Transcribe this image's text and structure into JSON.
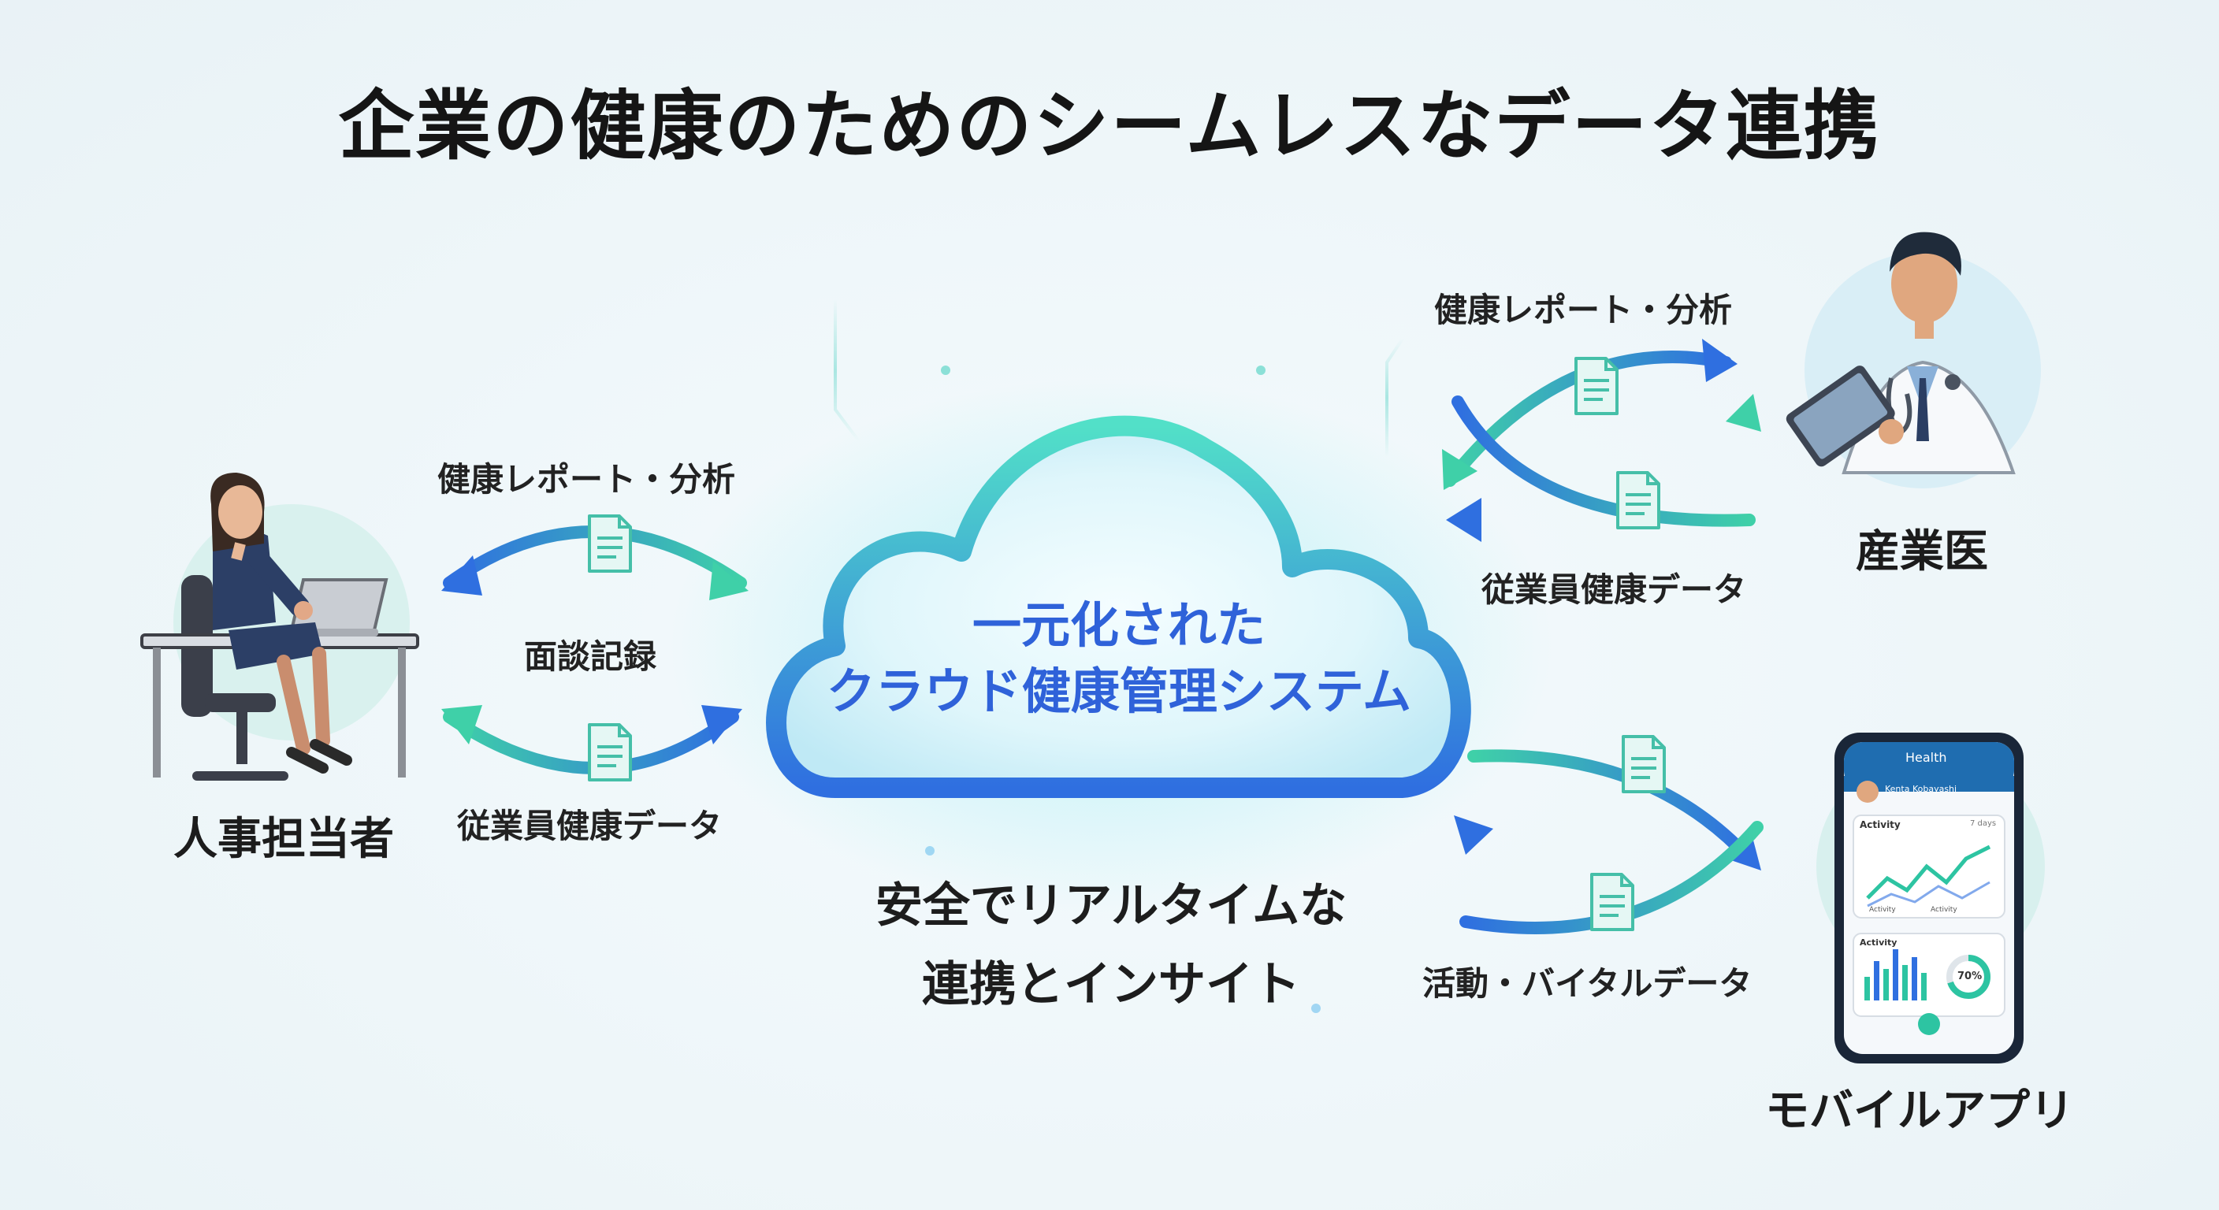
{
  "title": "企業の健康のためのシームレスなデータ連携",
  "cloud": {
    "line1": "一元化された",
    "line2": "クラウド健康管理システム"
  },
  "tagline": {
    "line1": "安全でリアルタイムな",
    "line2": "連携とインサイト"
  },
  "hr": {
    "role": "人事担当者",
    "top_label": "健康レポート・分析",
    "middle_label": "面談記録",
    "bottom_label": "従業員健康データ"
  },
  "doctor": {
    "role": "産業医",
    "top_label": "健康レポート・分析",
    "bottom_label": "従業員健康データ"
  },
  "mobile": {
    "role": "モバイルアプリ",
    "bottom_label": "活動・バイタルデータ",
    "screen": {
      "header": "Health",
      "user_name": "Kenta Kobayashi",
      "activity_label": "Activity",
      "activity_range": "7 days",
      "legend_a": "Activity",
      "legend_b": "Activity",
      "activity_label2": "Activity",
      "progress_text": "70%",
      "progress": 0.7
    }
  },
  "colors": {
    "accent_blue": "#2f62d9",
    "accent_teal": "#35c7a8",
    "suit": "#2c3f66"
  }
}
